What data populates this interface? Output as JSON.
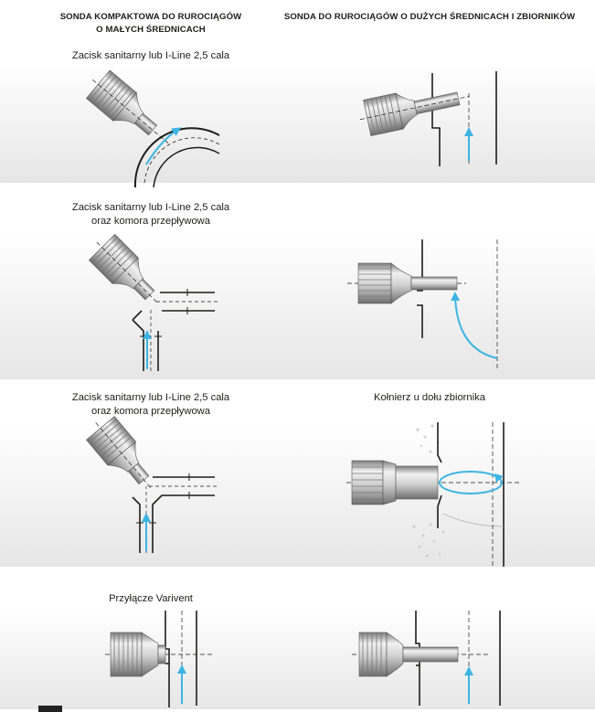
{
  "headers": {
    "left_line1": "SONDA KOMPAKTOWA DO RUROCIĄGÓW",
    "left_line2": "O MAŁYCH ŚREDNICACH",
    "right": "SONDA DO RUROCIĄGÓW O DUŻYCH ŚREDNICACH I ZBIORNIKÓW"
  },
  "captions": {
    "c1": "Zacisk sanitarny lub I-Line 2,5 cala",
    "c2_line1": "Zacisk sanitarny lub I-Line 2,5 cala",
    "c2_line2": "oraz komora przepływowa",
    "c3_line1": "Zacisk sanitarny lub I-Line 2,5 cala",
    "c3_line2": "oraz komora przepływowa",
    "c4": "Kołnierz u dołu zbiornika",
    "c5": "Przyłącze Varivent"
  },
  "colors": {
    "flow_arrow": "#3db4e3",
    "line": "#1d1d1b",
    "probe_light": "#e8e8e8",
    "probe_dark": "#8a8a8a"
  }
}
